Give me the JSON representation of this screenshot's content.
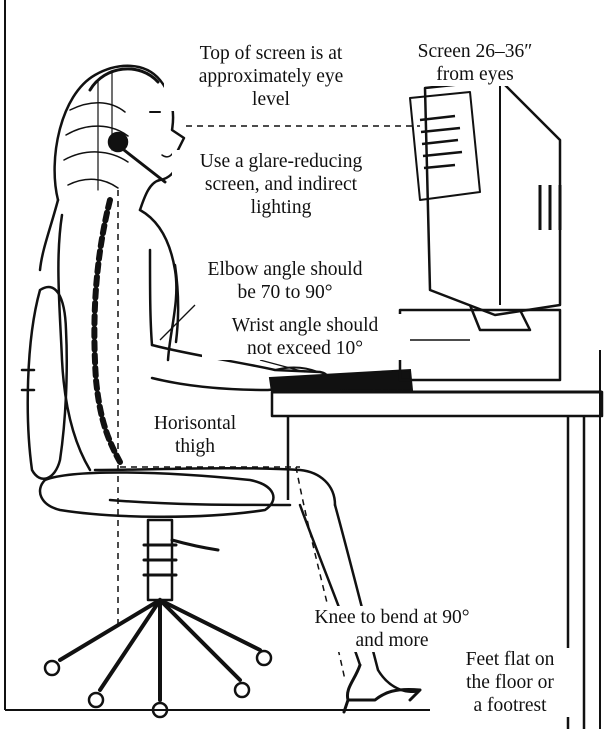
{
  "labels": {
    "screen_height": "Top of screen is at\napproximately eye\nlevel",
    "screen_distance": "Screen 26–36″\nfrom eyes",
    "glare": "Use a glare-reducing\nscreen, and indirect\nlighting",
    "elbow": "Elbow angle should\nbe 70 to 90°",
    "wrist": "Wrist angle should\nnot exceed 10°",
    "thigh": "Horisontal\nthigh",
    "knee": "Knee to bend at 90°\nand more",
    "feet": "Feet flat on\nthe floor or\na footrest"
  },
  "colors": {
    "ink": "#111111",
    "paper": "#ffffff"
  }
}
